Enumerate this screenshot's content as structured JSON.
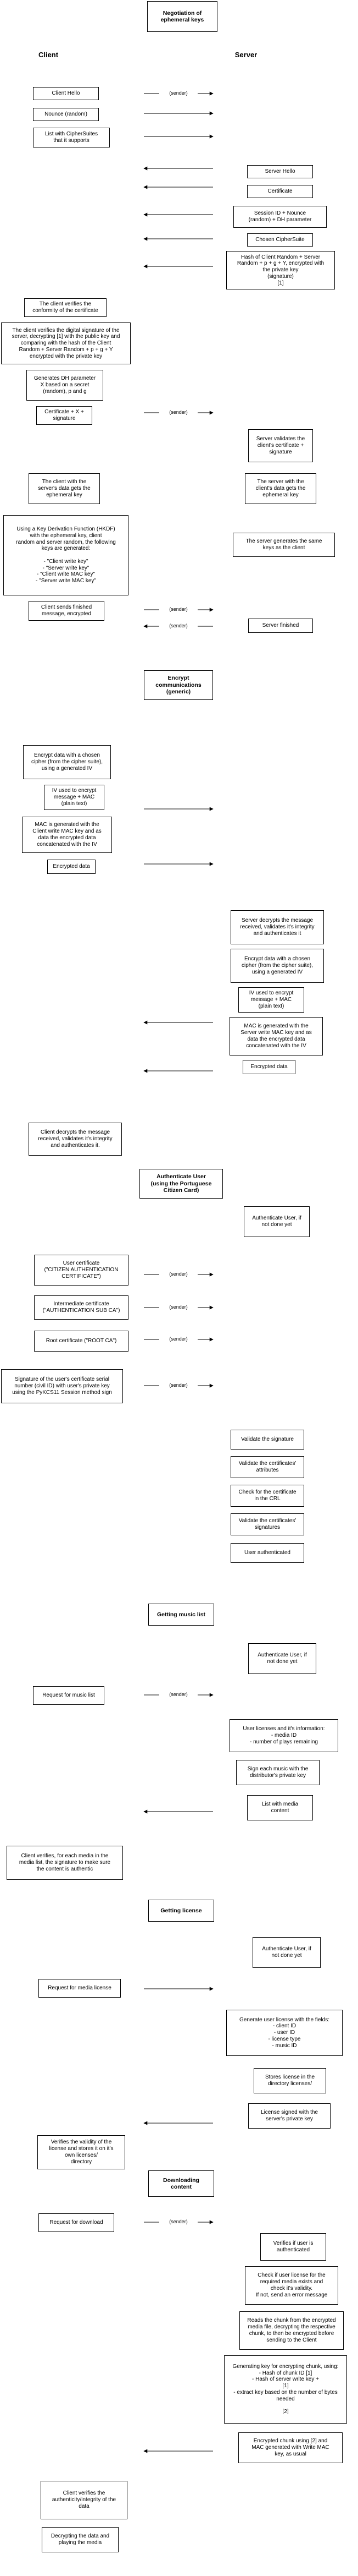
{
  "columns": {
    "client": "Client",
    "server": "Server"
  },
  "sections": {
    "s1": "Negotiation of\nephemeral keys",
    "s2": "Encrypt\ncommunications\n(generic)",
    "s3": "Authenticate User\n(using the Portuguese\nCitizen Card)",
    "s4": "Getting music list",
    "s5": "Getting license",
    "s6": "Downloading\ncontent"
  },
  "nodes": {
    "c1": "Client Hello",
    "c2": "Nounce (random)",
    "c3": "List with CipherSuites\nthat it supports",
    "r1": "Server Hello",
    "r2": "Certificate",
    "r3": "Session ID + Nounce\n(random) + DH parameter",
    "r4": "Chosen CipherSuite",
    "r5": "Hash of Client Random + Server\nRandom + p + g + Y, encrypted with\nthe private key\n(signature)\n[1]",
    "c4": "The client verifies the\nconformity of the certificate",
    "c5": "The client verifies the digital signature of the\nserver, decrypting [1] with the public key and\ncomparing with the hash of the Client\nRandom + Server Random + p + g + Y\nencrypted with the private key",
    "c6": "Generates DH parameter\nX based on a secret\n(random), p and g",
    "c7": "Certificate + X +\nsignature",
    "r6": "Server validates the\nclient's certificate +\nsignature",
    "c8": "The client with the\nserver's data gets the\nephemeral key",
    "r7": "The server with the\nclient's data gets the\nephemeral key",
    "c9": "Using a Key Derivation Function (HKDF)\nwith the ephemeral key, client\nrandom and server random, the following\nkeys are generated:\n\n- \"Client write key\"\n- \"Server write key\"\n- \"Client write MAC key\"\n- \"Server write MAC key\"",
    "r8": "The server generates the same\nkeys as the client",
    "c10": "Client sends finished\nmessage, encrypted",
    "r9": "Server finished",
    "c11": "Encrypt data with a chosen\ncipher (from the cipher suite),\nusing a generated IV",
    "c12": "IV used to encrypt\nmessage + MAC\n(plain text)",
    "c13": "MAC is generated with the\nClient write MAC key and as\ndata the encrypted data\nconcatenated with the IV",
    "c14": "Encrypted data",
    "r10": "Server decrypts the message\nreceived, validates it's integrity\nand authenticates it",
    "r11": "Encrypt data with a chosen\ncipher (from the cipher suite),\nusing a generated IV",
    "r12": "IV used to encrypt\nmessage + MAC\n(plain text)",
    "r13": "MAC is generated with the\nServer write MAC key and as\ndata the encrypted data\nconcatenated with the IV",
    "r14": "Encrypted data",
    "c15": "Client decrypts the message\nreceived, validates it's integrity\nand authenticates it.",
    "r15": "Authenticate User, if\nnot done yet",
    "c16": "User certificate\n(\"CITIZEN AUTHENTICATION\nCERTIFICATE\")",
    "c17": "Intermediate certificate\n(\"AUTHENTICATION SUB CA\")",
    "c18": "Root certificate (\"ROOT CA\")",
    "c19": "Signature of the user's certificate serial\nnumber (civil ID) with user's private key\nusing the PyKCS11 Session method sign",
    "r16": "Validate the signature",
    "r17": "Validate the certificates'\nattributes",
    "r18": "Check for the certificate\nin the CRL",
    "r19": "Validate the certificates'\nsignatures",
    "r20": "User authenticated",
    "r21": "Authenticate User, if\nnot done yet",
    "c20": "Request for music list",
    "r22": "User licenses and it's information:\n- media ID\n- number of plays remaining",
    "r23": "Sign each music with the\ndistributor's private key",
    "r24": "List with media\ncontent",
    "c21": "Client verifies, for each media in the\nmedia list, the signature to make sure\nthe content is authentic",
    "r25": "Authenticate User, if\nnot done yet",
    "c22": "Request for media license",
    "r26": "Generate user license with the fields:\n- client ID\n- user ID\n- license type\n- music ID",
    "r27": "Stores license in the\ndirectory licenses/",
    "r28": "License signed with the\nserver's private key",
    "c23": "Verifies the validity of the\nlicense and stores it on it's\nown licenses/\ndirectory",
    "c24": "Request for download",
    "r29": "Verifies if user is\nauthenticated",
    "r30": "Check if user license for the\nrequired media exists and\ncheck it's validity.\nIf not, send an error message",
    "r31": "Reads the chunk from the encrypted\nmedia file, decrypting the respective\nchunk, to then be encrypted before\nsending to the Client",
    "r32": "Generating key for encrypting chunk, using:\n- Hash of chunk ID [1]\n- Hash of server write key +\n[1]\n- extract key based on the number of bytes\nneeded\n\n[2]",
    "r33": "Encrypted chunk using [2] and\nMAC generated with Write MAC\nkey, as usual",
    "c25": "Client verifies the\nauthenticity/integrity of the\ndata",
    "c26": "Decrypting the data and\nplaying the media"
  },
  "labels": {
    "a1": "(sender)",
    "a2": "(sender)",
    "a3": "(sender)",
    "a4": "(sender)",
    "a5": "(sender)",
    "a6": "(sender)",
    "a7": "(sender)",
    "a8": "(sender)",
    "a9": "(sender)",
    "a10": "(sender)",
    "a11": "(sender)"
  }
}
